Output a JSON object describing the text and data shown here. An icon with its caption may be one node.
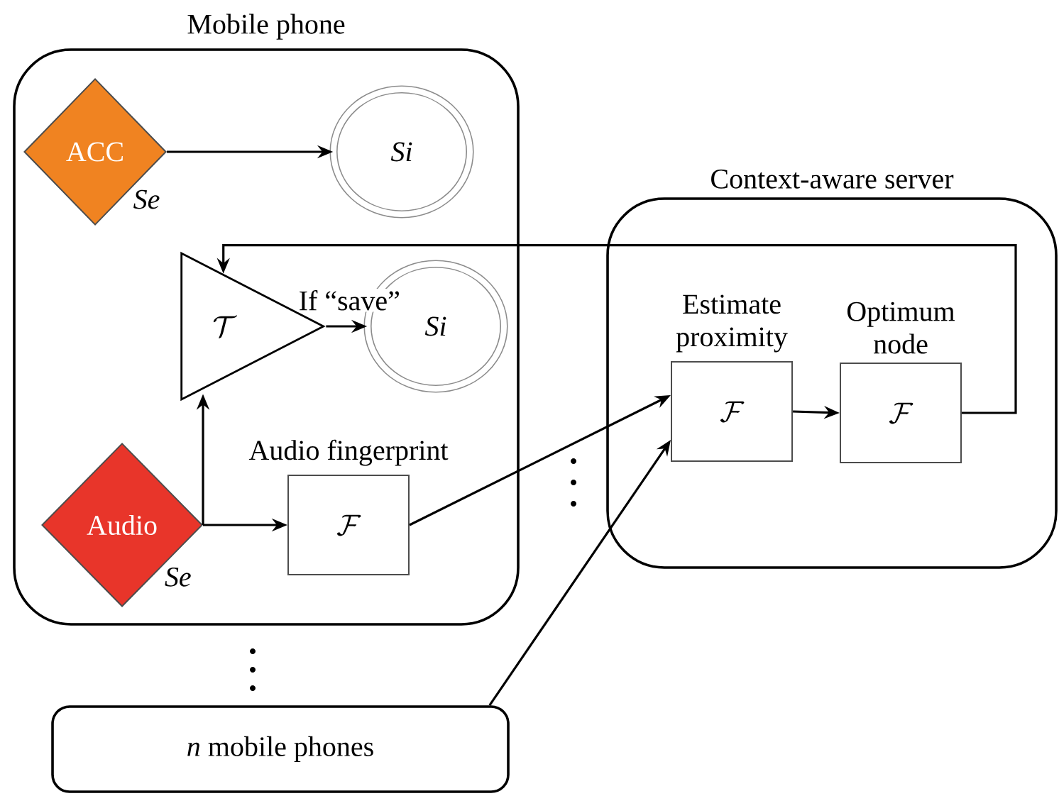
{
  "diagram": {
    "nodes": [
      {
        "text": [
          "Mobile phone"
        ]
      },
      {
        "text": [
          "ACC"
        ],
        "in": 0,
        "beside": [
          "Se"
        ]
      },
      {
        "text": [
          "Si"
        ],
        "in": 0
      },
      {
        "text": [
          "\\mathcal{T}"
        ],
        "in": 0
      },
      {
        "text": [
          "Si"
        ],
        "in": 0
      },
      {
        "text": [
          "Audio"
        ],
        "in": 0,
        "beside": [
          "Se"
        ]
      },
      {
        "text": [
          "Audio fingerprint",
          "\\mathcal{F}"
        ],
        "in": 0
      },
      {
        "text": [
          "Context-aware server"
        ]
      },
      {
        "text": [
          "Estimate proximity",
          "\\mathcal{F}"
        ],
        "in": 7
      },
      {
        "text": [
          "Optimum node",
          "\\mathcal{F}"
        ],
        "in": 7
      },
      {
        "text": [
          "*n* mobile phones"
        ]
      }
    ],
    "edges": [
      {
        "from": 1,
        "to": 2,
        "arrow": "to"
      },
      {
        "from": 3,
        "to": 4,
        "arrow": "to",
        "label": "If “save”"
      },
      {
        "from": 5,
        "to": 3,
        "arrow": "to"
      },
      {
        "from": 5,
        "to": 6,
        "arrow": "to"
      },
      {
        "from": 6,
        "to": 8,
        "arrow": "to"
      },
      {
        "from": 10,
        "to": 8,
        "arrow": "to"
      },
      {
        "from": 8,
        "to": 9,
        "arrow": "to"
      },
      {
        "from": 9,
        "to": 3,
        "arrow": "to"
      }
    ]
  }
}
